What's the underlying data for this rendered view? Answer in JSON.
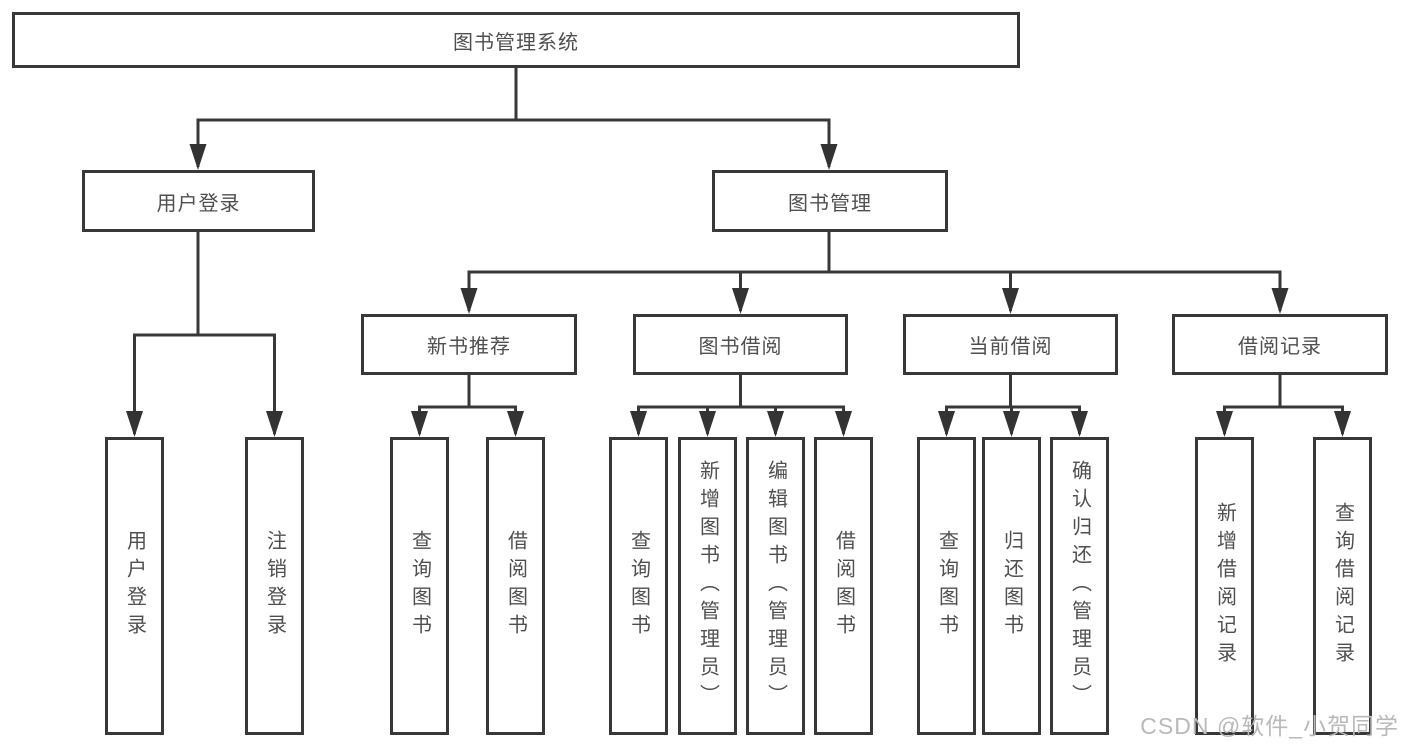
{
  "tree": {
    "label": "图书管理系统",
    "children": [
      {
        "label": "用户登录",
        "children": [
          {
            "label": "用户登录"
          },
          {
            "label": "注销登录"
          }
        ]
      },
      {
        "label": "图书管理",
        "children": [
          {
            "label": "新书推荐",
            "children": [
              {
                "label": "查询图书"
              },
              {
                "label": "借阅图书"
              }
            ]
          },
          {
            "label": "图书借阅",
            "children": [
              {
                "label": "查询图书"
              },
              {
                "label": "新增图书（管理员）"
              },
              {
                "label": "编辑图书（管理员）"
              },
              {
                "label": "借阅图书"
              }
            ]
          },
          {
            "label": "当前借阅",
            "children": [
              {
                "label": "查询图书"
              },
              {
                "label": "归还图书"
              },
              {
                "label": "确认归还（管理员）"
              }
            ]
          },
          {
            "label": "借阅记录",
            "children": [
              {
                "label": "新增借阅记录"
              },
              {
                "label": "查询借阅记录"
              }
            ]
          }
        ]
      }
    ]
  },
  "watermark": {
    "text": "CSDN @软件_小贺同学"
  },
  "colors": {
    "line": "#383838",
    "box_border": "#383838",
    "text": "#4f4f4f",
    "background": "#ffffff",
    "watermark": "#b9b9b9"
  }
}
